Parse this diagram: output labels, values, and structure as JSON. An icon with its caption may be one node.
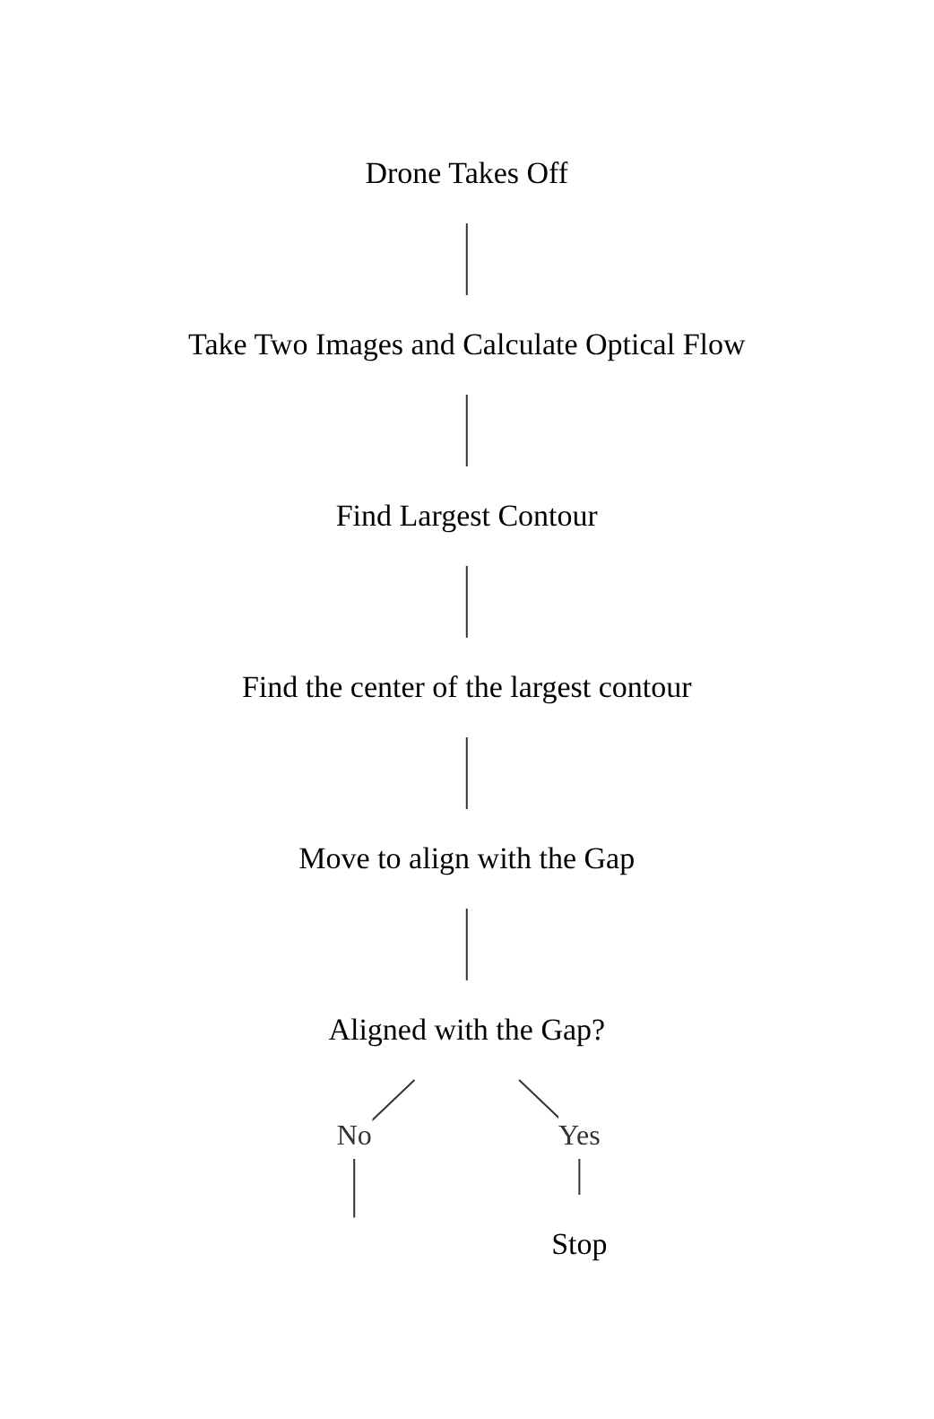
{
  "diagram": {
    "nodes": [
      {
        "text": [
          "Drone Takes Off"
        ]
      },
      {
        "text": [
          "Take Two Images and Calculate Optical Flow"
        ]
      },
      {
        "text": [
          "Find Largest Contour"
        ]
      },
      {
        "text": [
          "Find the center of the largest contour"
        ]
      },
      {
        "text": [
          "Move to align with the Gap"
        ]
      },
      {
        "text": [
          "Aligned with the Gap?"
        ]
      },
      {
        "text": [
          "Stop"
        ]
      }
    ],
    "edges": [
      {
        "from": 0,
        "to": 1,
        "arrow": "none"
      },
      {
        "from": 1,
        "to": 2,
        "arrow": "none"
      },
      {
        "from": 2,
        "to": 3,
        "arrow": "none"
      },
      {
        "from": 3,
        "to": 4,
        "arrow": "none"
      },
      {
        "from": 4,
        "to": 5,
        "arrow": "none"
      },
      {
        "from": 5,
        "to": null,
        "label": "No",
        "arrow": "none"
      },
      {
        "from": 5,
        "to": 6,
        "label": "Yes",
        "arrow": "none"
      }
    ]
  }
}
